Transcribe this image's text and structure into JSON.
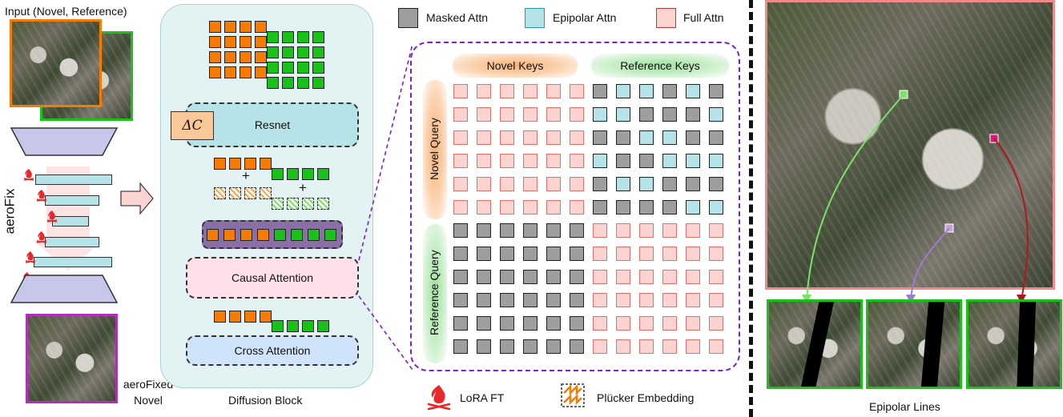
{
  "input_label": "Input (Novel, Reference)",
  "model_label": "aeroFix",
  "output_label_line1": "aeroFixed",
  "output_label_line2": "Novel",
  "diffusion_block_label": "Diffusion Block",
  "delta_c": "ΔC",
  "resnet_label": "Resnet",
  "causal_attention_label": "Causal Attention",
  "cross_attention_label": "Cross Attention",
  "plus": "+",
  "legend": {
    "masked": "Masked Attn",
    "epipolar": "Epipolar Attn",
    "full": "Full Attn",
    "lora": "LoRA FT",
    "plucker": "Plücker Embedding"
  },
  "matrix": {
    "novel_keys": "Novel Keys",
    "reference_keys": "Reference Keys",
    "novel_query": "Novel Query",
    "reference_query": "Reference Query",
    "epipolar_cells": [
      [
        0,
        1,
        1,
        0,
        1,
        0
      ],
      [
        1,
        1,
        0,
        0,
        0,
        1
      ],
      [
        0,
        0,
        1,
        1,
        0,
        0
      ],
      [
        1,
        0,
        0,
        1,
        1,
        1
      ],
      [
        0,
        1,
        1,
        0,
        0,
        0
      ],
      [
        0,
        0,
        0,
        0,
        1,
        1
      ]
    ]
  },
  "epipolar_lines_label": "Epipolar Lines",
  "colors": {
    "novel": "#f57c00",
    "reference": "#19c219",
    "masked": "#9e9e9e",
    "epipolar": "#b6e3e8",
    "full": "#fbd3d1",
    "full_border": "#e0706a",
    "epipolar_border": "#2a9aa8",
    "output_frame": "#b030b8",
    "panel_bg": "#e3f2f2",
    "dash": "#7a1fd8",
    "novel_frame": "#f08a8a"
  }
}
